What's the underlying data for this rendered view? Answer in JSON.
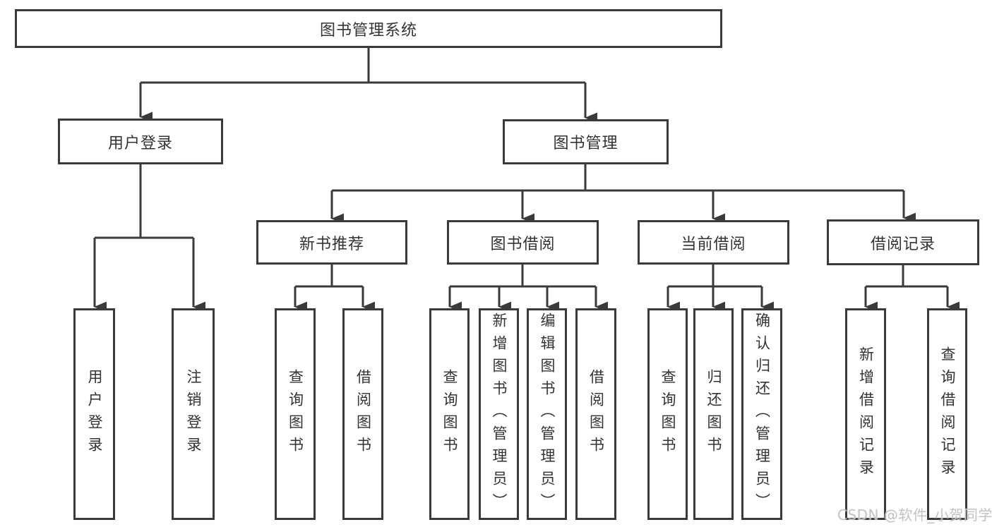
{
  "tree": {
    "label": "图书管理系统",
    "children": [
      {
        "label": "用户登录",
        "children": [
          {
            "label": "用户登录"
          },
          {
            "label": "注销登录"
          }
        ]
      },
      {
        "label": "图书管理",
        "children": [
          {
            "label": "新书推荐",
            "children": [
              {
                "label": "查询图书"
              },
              {
                "label": "借阅图书"
              }
            ]
          },
          {
            "label": "图书借阅",
            "children": [
              {
                "label": "查询图书"
              },
              {
                "label": "新增图书（管理员）"
              },
              {
                "label": "编辑图书（管理员）"
              },
              {
                "label": "借阅图书"
              }
            ]
          },
          {
            "label": "当前借阅",
            "children": [
              {
                "label": "查询图书"
              },
              {
                "label": "归还图书"
              },
              {
                "label": "确认归还（管理员）"
              }
            ]
          },
          {
            "label": "借阅记录",
            "children": [
              {
                "label": "新增借阅记录"
              },
              {
                "label": "查询借阅记录"
              }
            ]
          }
        ]
      }
    ]
  },
  "watermark": {
    "text": "CSDN @软件_小贺同学"
  },
  "colors": {
    "line": "#3a3a3a",
    "text": "#333333",
    "watermark": "#bebec3"
  }
}
